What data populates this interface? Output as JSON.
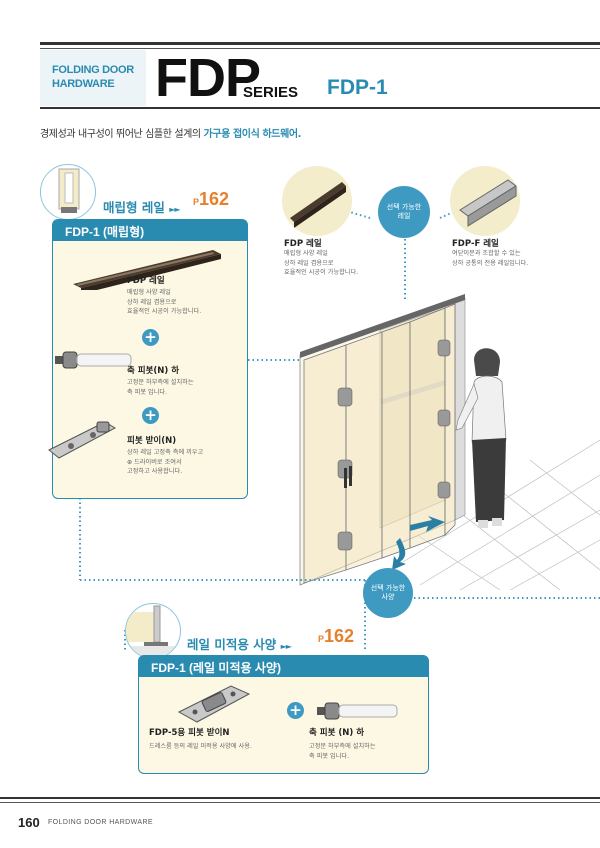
{
  "header": {
    "tag_line1": "FOLDING DOOR",
    "tag_line2": "HARDWARE",
    "brand": "FDP",
    "series": "SERIES",
    "model": "FDP-1"
  },
  "intro": {
    "text": "경제성과 내구성이 뛰어난 심플한 설계의 ",
    "highlight": "가구용 접이식 하드웨어."
  },
  "section_inset": {
    "title": "매립형 레일",
    "arrows": "►►",
    "page_prefix": "P",
    "page": "162",
    "panel_title": "FDP-1 (매립형)",
    "items": [
      {
        "name": "FDP 레일",
        "desc": [
          "매립형 사양 레일",
          "상하 레일 겸용으로",
          "효율적인 시공이 가능합니다."
        ]
      },
      {
        "name": "축 피봇(N) 하",
        "desc": [
          "고정문 하부측에 설치하는",
          "축 피봇 입니다."
        ]
      },
      {
        "name": "피봇 받이(N)",
        "desc": [
          "상하 레일 고정축 측에 끼우고",
          "⊕ 드라이버로 조여서",
          "고정하고 사용합니다."
        ]
      }
    ]
  },
  "rail_options": {
    "badge": [
      "선택 가능한",
      "레일"
    ],
    "fdp_rail": {
      "name": "FDP 레일",
      "desc": [
        "매립형 사양 레일",
        "상하 레일 겸용으로",
        "효율적인 시공이 가능합니다."
      ]
    },
    "fdpf_rail": {
      "name": "FDP-F 레일",
      "desc": [
        "여닫이문과 조합할 수 있는",
        "상하 공통의 전용 레일입니다."
      ]
    }
  },
  "spec_badge": [
    "선택 가능한",
    "사양"
  ],
  "section_norail": {
    "title": "레일 미적용 사양",
    "arrows": "►►",
    "page_prefix": "P",
    "page": "162",
    "panel_title": "FDP-1 (레일 미적용 사양)",
    "items": [
      {
        "name": "FDP-5용 피봇 받이N",
        "desc": [
          "드레스룸 등의 레일 미적용 사양에 사용."
        ]
      },
      {
        "name": "축 피봇 (N) 하",
        "desc": [
          "고정문 하부측에 설치하는",
          "축 피봇 입니다."
        ]
      }
    ]
  },
  "plus_symbol": "+",
  "footer": {
    "page_number": "160",
    "label": "FOLDING DOOR HARDWARE"
  },
  "colors": {
    "accent": "#2a8bb1",
    "orange": "#e7802c",
    "panel_bg": "#fdf8e4",
    "circle_bg": "#f3edcc"
  }
}
